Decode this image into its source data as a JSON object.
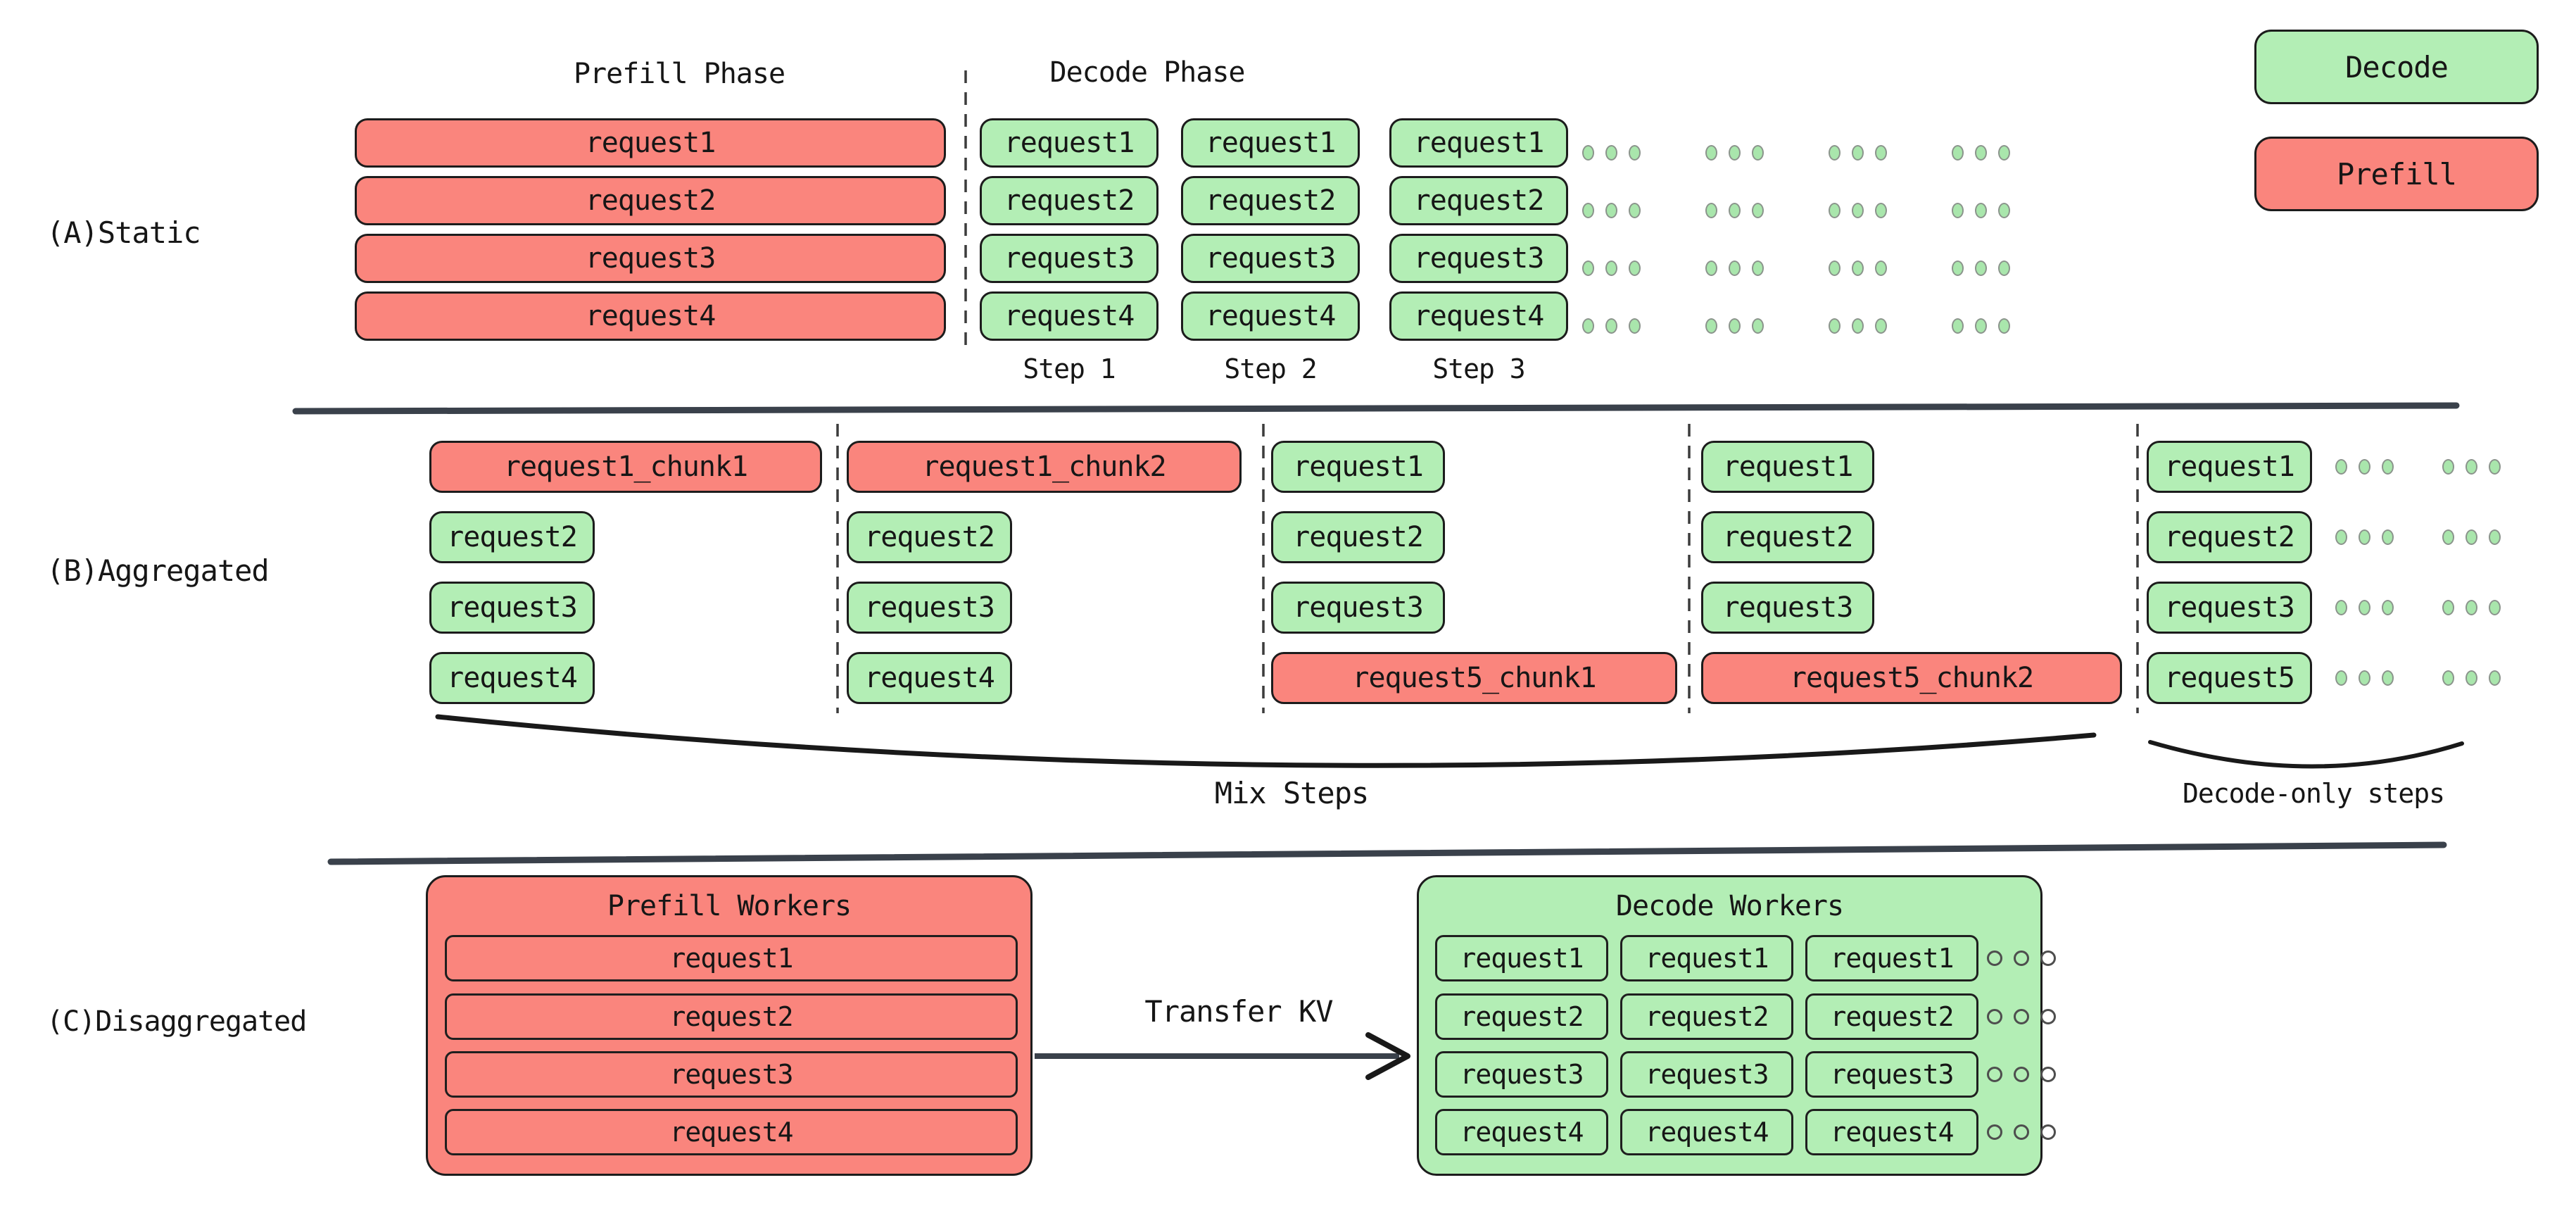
{
  "colors": {
    "prefill_red": "#fa857d",
    "decode_green": "#b3eeb5",
    "divider": "#3a414b",
    "ink": "#1c1c1c"
  },
  "legend": {
    "decode": "Decode",
    "prefill": "Prefill"
  },
  "section_a": {
    "label": "(A)Static",
    "prefill_title": "Prefill Phase",
    "decode_title": "Decode Phase",
    "prefill_requests": [
      "request1",
      "request2",
      "request3",
      "request4"
    ],
    "steps": [
      {
        "label": "Step 1",
        "requests": [
          "request1",
          "request2",
          "request3",
          "request4"
        ]
      },
      {
        "label": "Step 2",
        "requests": [
          "request1",
          "request2",
          "request3",
          "request4"
        ]
      },
      {
        "label": "Step 3",
        "requests": [
          "request1",
          "request2",
          "request3",
          "request4"
        ]
      }
    ]
  },
  "section_b": {
    "label": "(B)Aggregated",
    "columns": [
      {
        "rows": [
          {
            "text": "request1_chunk1",
            "phase": "prefill"
          },
          {
            "text": "request2",
            "phase": "decode"
          },
          {
            "text": "request3",
            "phase": "decode"
          },
          {
            "text": "request4",
            "phase": "decode"
          }
        ]
      },
      {
        "rows": [
          {
            "text": "request1_chunk2",
            "phase": "prefill"
          },
          {
            "text": "request2",
            "phase": "decode"
          },
          {
            "text": "request3",
            "phase": "decode"
          },
          {
            "text": "request4",
            "phase": "decode"
          }
        ]
      },
      {
        "rows": [
          {
            "text": "request1",
            "phase": "decode"
          },
          {
            "text": "request2",
            "phase": "decode"
          },
          {
            "text": "request3",
            "phase": "decode"
          },
          {
            "text": "request5_chunk1",
            "phase": "prefill"
          }
        ]
      },
      {
        "rows": [
          {
            "text": "request1",
            "phase": "decode"
          },
          {
            "text": "request2",
            "phase": "decode"
          },
          {
            "text": "request3",
            "phase": "decode"
          },
          {
            "text": "request5_chunk2",
            "phase": "prefill"
          }
        ]
      },
      {
        "rows": [
          {
            "text": "request1",
            "phase": "decode"
          },
          {
            "text": "request2",
            "phase": "decode"
          },
          {
            "text": "request3",
            "phase": "decode"
          },
          {
            "text": "request5",
            "phase": "decode"
          }
        ]
      }
    ],
    "mix_steps_label": "Mix Steps",
    "decode_only_label": "Decode-only steps"
  },
  "section_c": {
    "label": "(C)Disaggregated",
    "prefill_workers_title": "Prefill Workers",
    "decode_workers_title": "Decode Workers",
    "transfer_label": "Transfer KV",
    "prefill_requests": [
      "request1",
      "request2",
      "request3",
      "request4"
    ],
    "decode_grid": [
      [
        "request1",
        "request1",
        "request1"
      ],
      [
        "request2",
        "request2",
        "request2"
      ],
      [
        "request3",
        "request3",
        "request3"
      ],
      [
        "request4",
        "request4",
        "request4"
      ]
    ]
  }
}
